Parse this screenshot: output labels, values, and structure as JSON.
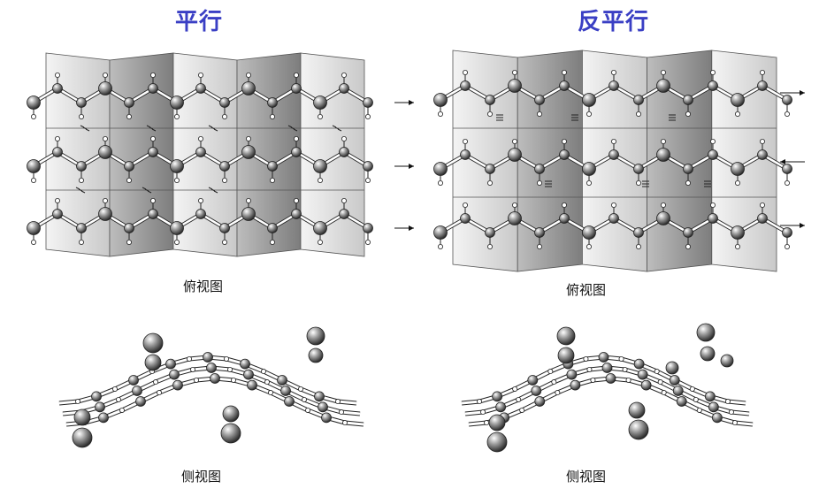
{
  "panels": {
    "parallel": {
      "title": "平行",
      "top_caption": "俯视图",
      "side_caption": "侧视图",
      "strand_directions": [
        "right",
        "right",
        "right"
      ]
    },
    "antiparallel": {
      "title": "反平行",
      "top_caption": "俯视图",
      "side_caption": "侧视图",
      "strand_directions": [
        "right",
        "left",
        "right"
      ]
    }
  },
  "colors": {
    "title": "#3a3fc4",
    "sheet_light": "#e6e6e6",
    "sheet_dark": "#9a9a9a",
    "atom": "#6e6e6e",
    "outline": "#222222"
  }
}
